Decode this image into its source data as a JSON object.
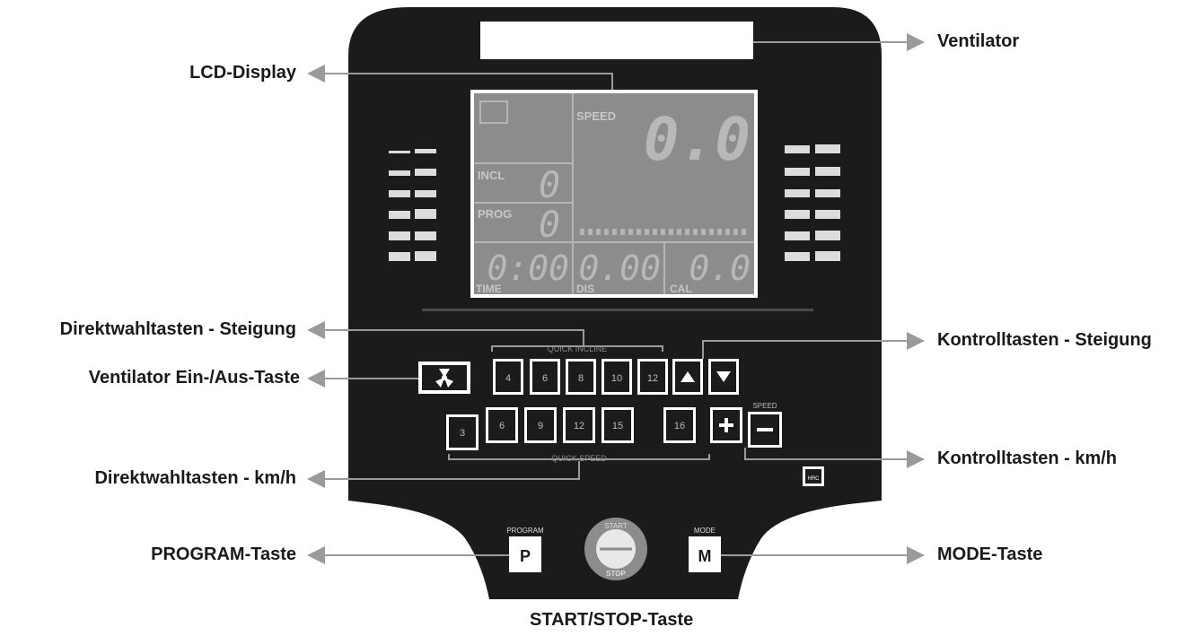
{
  "labels": {
    "ventilator": "Ventilator",
    "lcd_display": "LCD-Display",
    "direktwahl_steigung": "Direktwahltasten - Steigung",
    "kontroll_steigung": "Kontrolltasten - Steigung",
    "ventilator_taste": "Ventilator Ein-/Aus-Taste",
    "direktwahl_kmh": "Direktwahltasten - km/h",
    "kontroll_kmh": "Kontrolltasten - km/h",
    "program_taste": "PROGRAM-Taste",
    "mode_taste": "MODE-Taste",
    "start_stop_taste": "START/STOP-Taste"
  },
  "lcd": {
    "speed_label": "SPEED",
    "speed_value": "0.0",
    "incl_label": "INCL",
    "incl_value": "0",
    "prog_label": "PROG",
    "prog_value": "0",
    "time_label": "TIME",
    "time_value": "0:00",
    "dis_label": "DIS",
    "dis_value": "0.00",
    "cal_label": "CAL",
    "cal_value": "0.0"
  },
  "buttons": {
    "incline_presets": [
      "4",
      "6",
      "8",
      "10",
      "12"
    ],
    "speed_presets": [
      "3",
      "6",
      "9",
      "12",
      "15",
      "16"
    ],
    "program_key": "P",
    "mode_key": "M",
    "program_caption": "PROGRAM",
    "mode_caption": "MODE",
    "start_caption": "START",
    "stop_caption": "STOP",
    "speed_caption": "SPEED",
    "hrc_caption": "HRC",
    "incline_group_caption": "QUICK INCLINE",
    "speed_group_caption": "QUICK SPEED"
  },
  "colors": {
    "console": "#1b1b1b",
    "lcd_bg": "#8c8c8c",
    "segment": "#b8b8b8",
    "arrow": "#9a9a9a",
    "label": "#1a1a1a"
  }
}
